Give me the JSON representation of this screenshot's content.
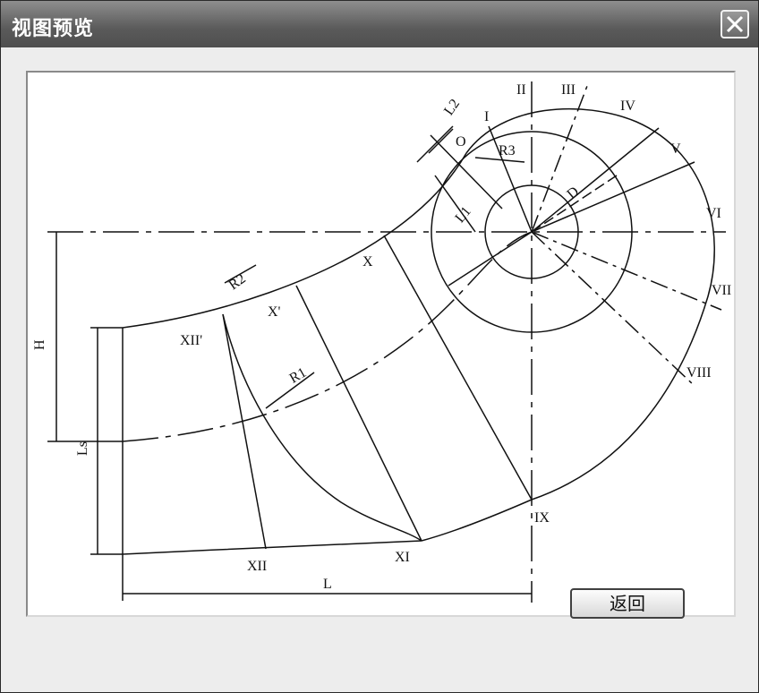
{
  "window": {
    "title": "视图预览"
  },
  "buttons": {
    "back_label": "返回"
  },
  "drawing": {
    "labels": {
      "dim_L": "L",
      "dim_H": "H",
      "dim_Ls": "Ls",
      "dim_L1": "L1",
      "dim_L2": "L2",
      "R1": "R1",
      "R2": "R2",
      "R3": "R3",
      "D": "D",
      "O": "O",
      "sec_I": "I",
      "sec_II": "II",
      "sec_III": "III",
      "sec_IV": "IV",
      "sec_V": "V",
      "sec_VI": "VI",
      "sec_VII": "VII",
      "sec_VIII": "VIII",
      "sec_IX": "IX",
      "sec_X": "X",
      "sec_XI": "XI",
      "sec_XII": "XII",
      "sec_Xp": "X'",
      "sec_XIIp": "XII'"
    }
  }
}
